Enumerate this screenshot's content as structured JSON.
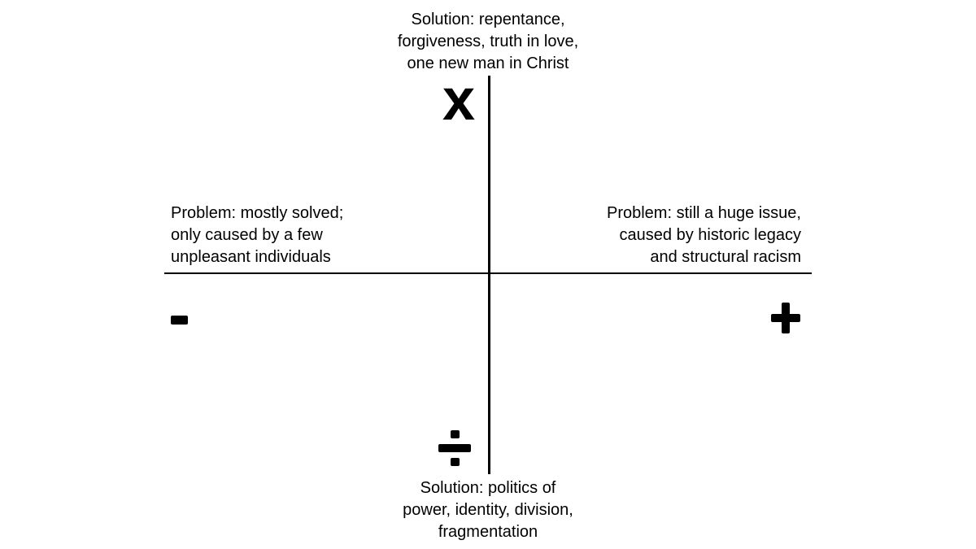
{
  "diagram": {
    "title_implied": "",
    "background_color": "#ffffff",
    "line_color": "#000000",
    "text_color": "#000000",
    "labels": {
      "top": {
        "align": "center",
        "lines": [
          "Solution: repentance,",
          "forgiveness, truth in love,",
          "one new man in Christ"
        ]
      },
      "left": {
        "align": "left",
        "lines": [
          "Problem: mostly solved;",
          "only caused by a few",
          "unpleasant individuals"
        ]
      },
      "right": {
        "align": "right",
        "lines": [
          "Problem: still a huge issue,",
          "caused by historic legacy",
          "and structural racism"
        ]
      },
      "bottom": {
        "align": "center",
        "lines": [
          "Solution: politics of",
          "power, identity, division,",
          "fragmentation"
        ]
      }
    },
    "symbols": {
      "multiply": "x",
      "minus": "−",
      "plus": "+",
      "divide": "÷"
    }
  }
}
